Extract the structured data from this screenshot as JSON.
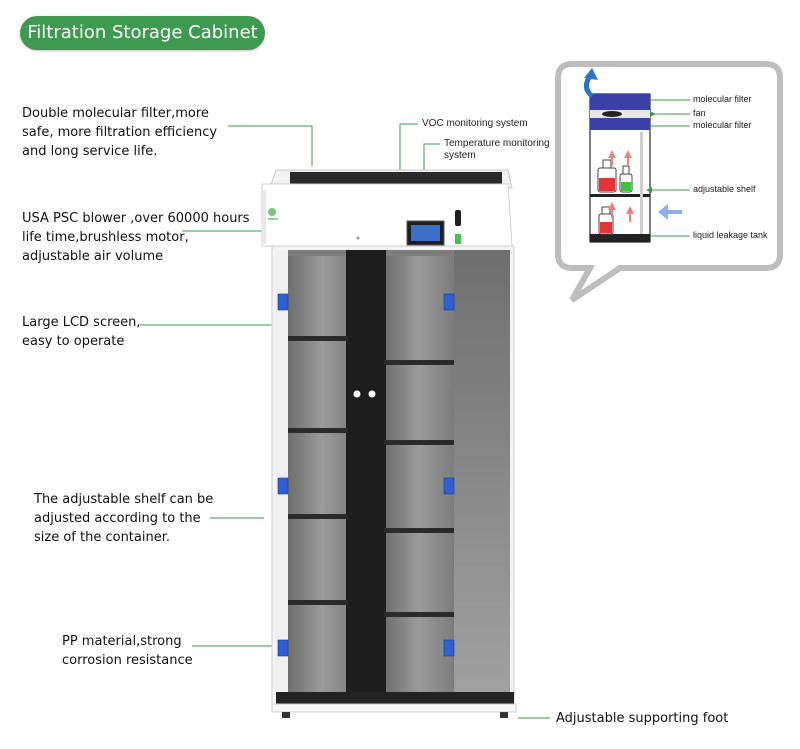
{
  "title": "Filtration Storage Cabinet",
  "callouts": {
    "filter": [
      "Double molecular filter,more",
      "safe, more filtration efficiency",
      "and long service life."
    ],
    "blower": [
      "USA PSC blower ,over 60000 hours",
      "life time,brushless motor,",
      "adjustable air volume"
    ],
    "lcd": [
      "Large LCD screen,",
      " easy to operate"
    ],
    "shelf": [
      "The adjustable shelf can be",
      "adjusted according to the",
      "size of the container."
    ],
    "material": [
      "PP material,strong",
      "corrosion resistance"
    ],
    "foot": "Adjustable supporting foot",
    "voc": "VOC monitoring system",
    "temp": [
      "Temperature monitoring",
      "system"
    ]
  },
  "inset": {
    "labels": [
      "molecular filter",
      "fan",
      "molecular filter",
      "adjustable shelf",
      "liquid leakage tank"
    ]
  },
  "colors": {
    "accent": "#3d9a50",
    "leader": "#3d9a50",
    "hinge": "#2f5fd0",
    "filter": "#3b3fa8",
    "arrow": "#2c74c8"
  }
}
